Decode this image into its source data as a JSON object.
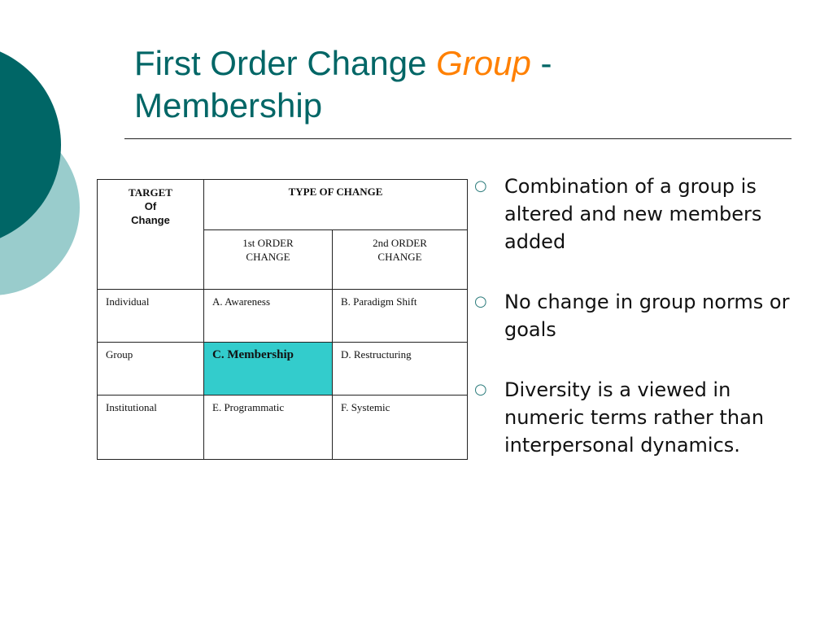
{
  "colors": {
    "teal_dark": "#006666",
    "teal_light": "#99cccc",
    "title_text": "#006666",
    "title_accent": "#ff8000",
    "highlight": "#33cccc"
  },
  "title": {
    "part1": "First Order Change ",
    "accent": "Group",
    "part2": " -",
    "line2": "Membership"
  },
  "table": {
    "target_header": {
      "line1": "TARGET",
      "line2": "Of",
      "line3": "Change"
    },
    "type_header": "TYPE OF CHANGE",
    "order1": {
      "line1": "1st ORDER",
      "line2": "CHANGE"
    },
    "order2": {
      "line1": "2nd ORDER",
      "line2": "CHANGE"
    },
    "rows": [
      {
        "target": "Individual",
        "first": "A.  Awareness",
        "second": "B.  Paradigm Shift"
      },
      {
        "target": "Group",
        "first": "C. Membership",
        "second": "D.  Restructuring"
      },
      {
        "target": "Institutional",
        "first": "E.  Programmatic",
        "second": "F.  Systemic"
      }
    ]
  },
  "bullets": {
    "marker_icon": "hollow-circle-bullet-icon",
    "items": [
      "Combination of a group is altered and new members added",
      "No change in group norms or goals",
      "Diversity is a viewed in numeric terms rather than interpersonal dynamics."
    ]
  }
}
